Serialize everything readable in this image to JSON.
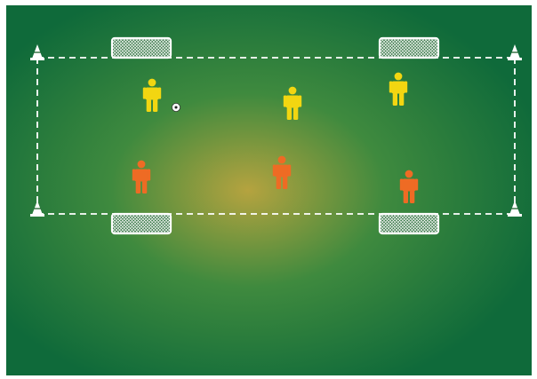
{
  "colors": {
    "pitch_center": "#b5a33f",
    "pitch_mid": "#3f8a3e",
    "pitch_edge": "#0f6a3a",
    "boundary_line": "#ffffff",
    "team_yellow": "#f2d611",
    "team_orange": "#ee6b24",
    "goal_net": "#ffffff",
    "cone": "#ffffff",
    "ball": "#ffffff"
  },
  "field": {
    "boundary_style": "dashed",
    "cones": [
      "cone-top-left",
      "cone-top-right",
      "cone-bottom-left",
      "cone-bottom-right"
    ]
  },
  "goals": [
    {
      "id": "goal-top-left",
      "side": "top"
    },
    {
      "id": "goal-top-right",
      "side": "top"
    },
    {
      "id": "goal-bottom-left",
      "side": "bottom"
    },
    {
      "id": "goal-bottom-right",
      "side": "bottom"
    }
  ],
  "teams": [
    {
      "name_key": "yellow",
      "color_key": "team_yellow",
      "players": 3
    },
    {
      "name_key": "orange",
      "color_key": "team_orange",
      "players": 3
    }
  ],
  "ball": {
    "icon": "soccer-ball-icon",
    "possession": "yellow"
  }
}
